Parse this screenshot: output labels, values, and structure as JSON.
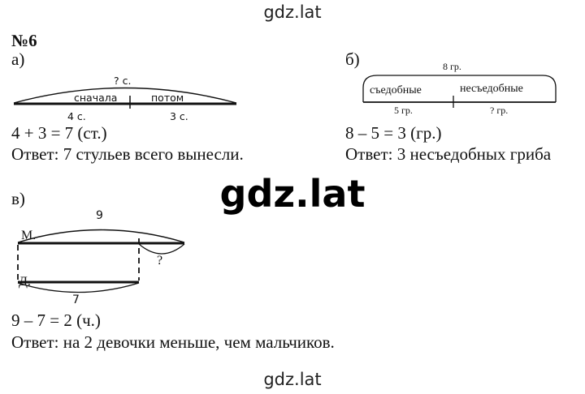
{
  "watermarks": {
    "top": "gdz.lat",
    "middle": "gdz.lat",
    "bottom": "gdz.lat"
  },
  "task_number": "№6",
  "part_a": {
    "label": "а)",
    "diagram": {
      "total": "? с.",
      "left_segment": "сначала",
      "right_segment": "потом",
      "left_value": "4 с.",
      "right_value": "3 с."
    },
    "equation": "4 + 3 = 7 (ст.)",
    "answer": "Ответ: 7 стульев всего вынесли."
  },
  "part_b": {
    "label": "б)",
    "diagram": {
      "total": "8 гр.",
      "left_segment": "съедобные",
      "right_segment": "несъедобные",
      "left_value": "5 гр.",
      "right_value": "? гр."
    },
    "equation": "8 – 5 = 3 (гр.)",
    "answer": "Ответ: 3 несъедобных гриба"
  },
  "part_v": {
    "label": "в)",
    "diagram": {
      "boys_label": "М.",
      "girls_label": "Д.",
      "boys_value": "9",
      "girls_value": "7",
      "difference": "?"
    },
    "equation": "9 – 7 = 2 (ч.)",
    "answer": "Ответ: на 2 девочки меньше, чем мальчиков."
  }
}
